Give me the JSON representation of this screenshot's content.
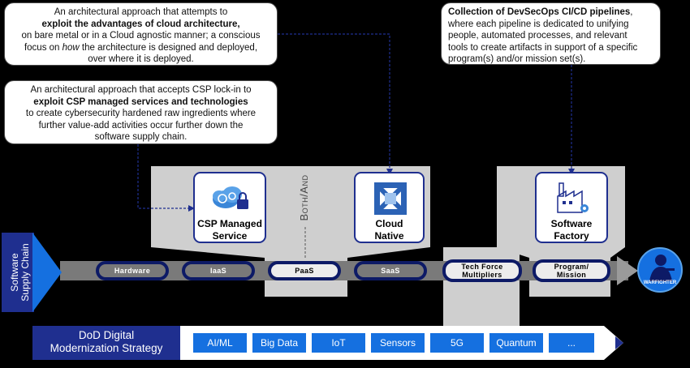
{
  "callouts": {
    "cloud_agnostic": {
      "line1": "An architectural approach that attempts to",
      "bold": "exploit the advantages of cloud architecture,",
      "line3": "on bare metal or in a Cloud agnostic manner; a conscious",
      "line4_pre": "focus on ",
      "line4_em": "how",
      "line4_post": " the architecture is designed and deployed,",
      "line5": "over where it is deployed."
    },
    "csp_managed": {
      "line1": "An architectural approach that accepts CSP lock-in to",
      "bold": "exploit CSP managed services and technologies",
      "line3": "to create cybersecurity hardened raw ingredients where",
      "line4": "further value-add activities occur further down the",
      "line5": "software supply chain."
    },
    "devsecops": {
      "bold": "Collection of DevSecOps CI/CD pipelines",
      "line1_post": ",",
      "line2": "where each pipeline is dedicated to unifying",
      "line3": "people, automated processes, and relevant",
      "line4": "tools to create artifacts in support of a specific",
      "line5": "program(s) and/or mission set(s)."
    }
  },
  "cards": {
    "csp": {
      "line1": "CSP Managed",
      "line2": "Service",
      "icon": "cloud-lock-icon"
    },
    "cloud_native": {
      "line1": "Cloud",
      "line2": "Native",
      "icon": "cloud-native-logo-icon"
    },
    "factory": {
      "line1": "Software",
      "line2": "Factory",
      "icon": "factory-icon"
    }
  },
  "both_and": "Both/And",
  "supply_chain": {
    "line1": "Software",
    "line2": "Supply Chain"
  },
  "links": [
    {
      "label": "Hardware"
    },
    {
      "label": "IaaS"
    },
    {
      "label": "PaaS"
    },
    {
      "label": "SaaS"
    },
    {
      "label1": "Tech Force",
      "label2": "Multipliers"
    },
    {
      "label1": "Program/",
      "label2": "Mission"
    }
  ],
  "warfighter": {
    "label": "WARFIGHTER",
    "icon": "warfighter-icon"
  },
  "strategy": {
    "title1": "DoD Digital",
    "title2": "Modernization Strategy",
    "items": [
      "AI/ML",
      "Big Data",
      "IoT",
      "Sensors",
      "5G",
      "Quantum",
      "..."
    ]
  },
  "colors": {
    "navy": "#1f2f8f",
    "blue": "#1570e0",
    "link": "#0d1a66",
    "panel": "#cfcfcf"
  }
}
